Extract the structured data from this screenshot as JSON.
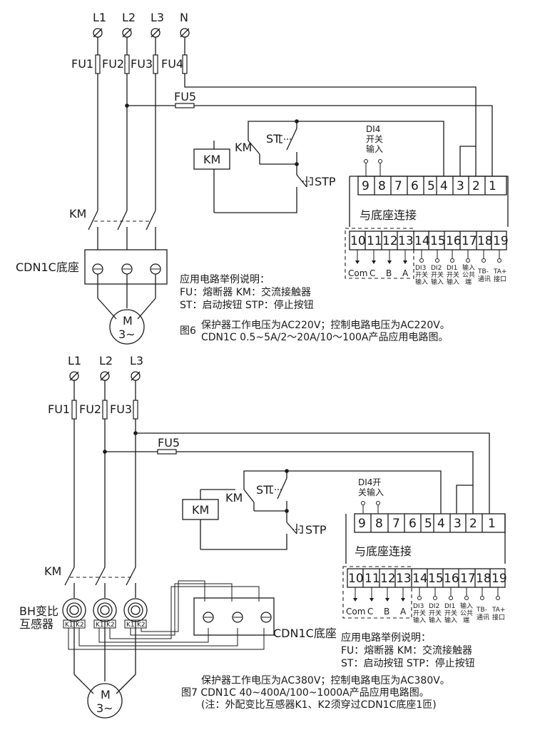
{
  "fig6": {
    "phases": [
      "L1",
      "L2",
      "L3",
      "N"
    ],
    "fuses": [
      "FU1",
      "FU2",
      "FU3",
      "FU4"
    ],
    "fu5": "FU5",
    "km_coil": "KM",
    "km_contact": "KM",
    "st": "ST",
    "stp": "STP",
    "di4_1": "DI4",
    "di4_2": "开关",
    "di4_3": "输入",
    "terminals_top": [
      "9",
      "8",
      "7",
      "6",
      "5",
      "4",
      "3",
      "2",
      "1"
    ],
    "base_connect": "与底座连接",
    "terminals_bottom": [
      "10",
      "11",
      "12",
      "13",
      "14",
      "15",
      "16",
      "17",
      "18",
      "19"
    ],
    "labels_com": [
      "Com",
      "C",
      "B",
      "A"
    ],
    "di3": [
      "DI3",
      "开关",
      "输入"
    ],
    "di2": [
      "DI2",
      "开关",
      "输入"
    ],
    "di1": [
      "DI1",
      "开关",
      "输入"
    ],
    "common": [
      "输入",
      "公共",
      "端"
    ],
    "tb": [
      "TB-",
      "通讯"
    ],
    "ta": [
      "TA+",
      "接口"
    ],
    "km_main": "KM",
    "base_label": "CDN1C底座",
    "motor_m": "M",
    "motor_3": "3~",
    "legend_title": "应用电路举例说明：",
    "legend_l1": "FU：熔断器    KM：交流接触器",
    "legend_l2": "ST：启动按钮  STP：停止按钮",
    "caption_fig": "图6",
    "caption_l1": "保护器工作电压为AC220V；控制电路电压为AC220V。",
    "caption_l2": "CDN1C 0.5~5A/2～20A/10～100A产品应用电路图。"
  },
  "fig7": {
    "phases": [
      "L1",
      "L2",
      "L3"
    ],
    "fuses": [
      "FU1",
      "FU2",
      "FU3"
    ],
    "fu5": "FU5",
    "km_coil": "KM",
    "km_contact": "KM",
    "st": "ST",
    "stp": "STP",
    "di4_1": "DI4开",
    "di4_2": "关输入",
    "terminals_top": [
      "9",
      "8",
      "7",
      "6",
      "5",
      "4",
      "3",
      "2",
      "1"
    ],
    "base_connect": "与底座连接",
    "terminals_bottom": [
      "10",
      "11",
      "12",
      "13",
      "14",
      "15",
      "16",
      "17",
      "18",
      "19"
    ],
    "labels_com": [
      "Com",
      "C",
      "B",
      "A"
    ],
    "di3": [
      "DI3",
      "开关",
      "输入"
    ],
    "di2": [
      "DI2",
      "开关",
      "输入"
    ],
    "di1": [
      "DI1",
      "开关",
      "输入"
    ],
    "common": [
      "输入",
      "公共",
      "端"
    ],
    "tb": [
      "TB-",
      "通讯"
    ],
    "ta": [
      "TA+",
      "接口"
    ],
    "km_main": "KM",
    "bh_1": "BH变比",
    "bh_2": "互感器",
    "ct_k1": "K1",
    "ct_k2": "K2",
    "base_label": "CDN1C底座",
    "motor_m": "M",
    "motor_3": "3~",
    "legend_title": "应用电路举例说明：",
    "legend_l1": "FU：熔断器    KM：交流接触器",
    "legend_l2": "ST：启动按钮  STP：停止按钮",
    "caption_l1": "保护器工作电压为AC380V；控制电路电压为AC380V。",
    "caption_l2": "图7 CDN1C 40~400A/100~1000A产品应用电路图。",
    "caption_l3": "(注：外配变比互感器K1、K2须穿过CDN1C底座1匝)"
  }
}
